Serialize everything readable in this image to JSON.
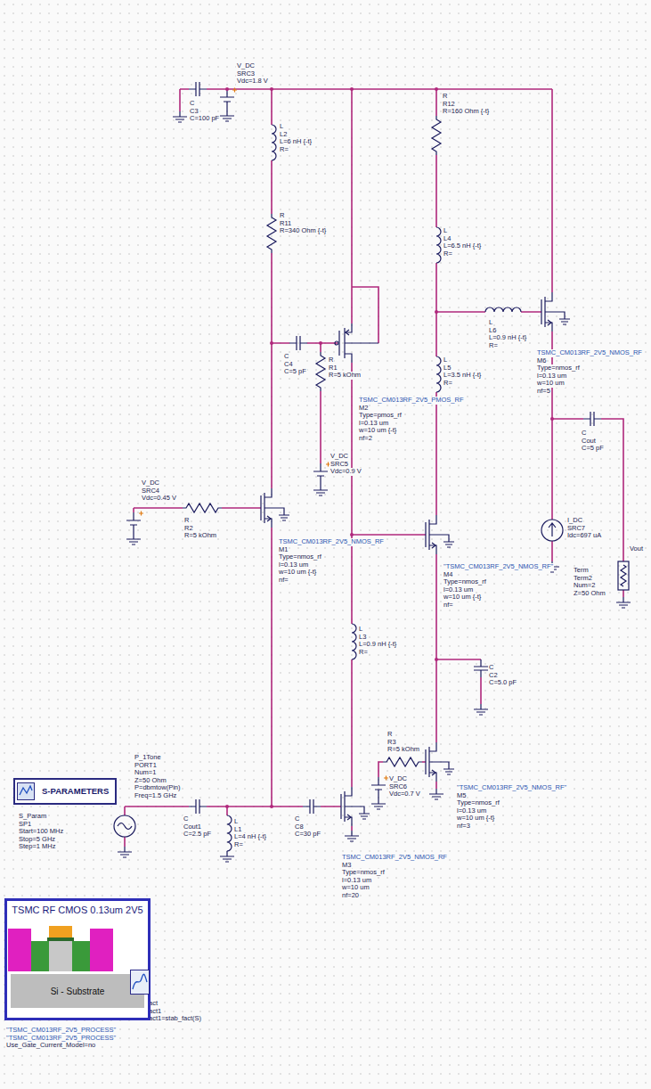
{
  "diagram": {
    "nodes": [
      {
        "text": [
          "S-PARAMETERS"
        ]
      },
      {
        "text": [
          "TSMC RF CMOS 0.13um 2V5"
        ]
      },
      {
        "text": [
          "Si - Substrate"
        ],
        "in": 1
      }
    ],
    "labels": [
      "C",
      "C3",
      "C=100 pF",
      "V_DC",
      "SRC3",
      "Vdc=1.8 V",
      "L",
      "L2",
      "L=6 nH {-t}",
      "R=",
      "R",
      "R11",
      "R=340 Ohm {-t}",
      "R",
      "R12",
      "R=160 Ohm {-t}",
      "L",
      "L4",
      "L=6.5 nH {-t}",
      "R=",
      "C",
      "C4",
      "C=5 pF",
      "R",
      "R1",
      "R=5 kOhm",
      "TSMC_CM013RF_2V5_PMOS_RF",
      "M2",
      "Type=pmos_rf",
      "l=0.13 um",
      "w=10 um {-t}",
      "nf=2",
      "V_DC",
      "SRC5",
      "Vdc=0.9 V",
      "L",
      "L6",
      "L=0.9 nH {-t}",
      "R=",
      "L",
      "L5",
      "L=3.5 nH {-t}",
      "R=",
      "TSMC_CM013RF_2V5_NMOS_RF",
      "M6",
      "Type=nmos_rf",
      "l=0.13 um",
      "w=10 um",
      "nf=5",
      "C",
      "Cout",
      "C=5 pF",
      "Vout",
      "Term",
      "Term2",
      "Num=2",
      "Z=50 Ohm",
      "V_DC",
      "SRC4",
      "Vdc=0.45 V",
      "R",
      "R2",
      "R=5 kOhm",
      "TSMC_CM013RF_2V5_NMOS_RF",
      "M1",
      "Type=nmos_rf",
      "l=0.13 um",
      "w=10 um {-t}",
      "nf=",
      "L",
      "L3",
      "L=0.9 nH {-t}",
      "R=",
      "\"TSMC_CM013RF_2V5_NMOS_RF\"",
      "M4",
      "Type=nmos_rf",
      "l=0.13 um",
      "w=10 um {-t}",
      "nf=",
      "I_DC",
      "SRC7",
      "Idc=697 uA",
      "C",
      "C2",
      "C=5.0 pF",
      "P_1Tone",
      "PORT1",
      "Num=1",
      "Z=50 Ohm",
      "P=dbmtow(Pin)",
      "Freq=1.5 GHz",
      "C",
      "Cout1",
      "C=2.5 pF",
      "L",
      "L1",
      "L=4 nH {-t}",
      "R=",
      "C",
      "C8",
      "C=30 pF",
      "TSMC_CM013RF_2V5_NMOS_RF",
      "M3",
      "Type=nmos_rf",
      "l=0.13 um",
      "w=10 um",
      "nf=20",
      "V_DC",
      "SRC6",
      "Vdc=0.7 V",
      "R",
      "R3",
      "R=5 kOhm",
      "\"TSMC_CM013RF_2V5_NMOS_RF\"",
      "M5",
      "Type=nmos_rf",
      "l=0.13 um",
      "w=10 um {-t}",
      "nf=3",
      "S_Param",
      "SP1",
      "Start=100 MHz",
      "Stop=5 GHz",
      "Step=1 MHz",
      "\"TSMC_CM013RF_2V5_PROCESS\"",
      "\"TSMC_CM013RF_2V5_PROCESS\"",
      "Use_Gate_Current_Model=no",
      "StabFact",
      "StabFact1",
      "StabFact1=stab_fact(S)"
    ]
  }
}
